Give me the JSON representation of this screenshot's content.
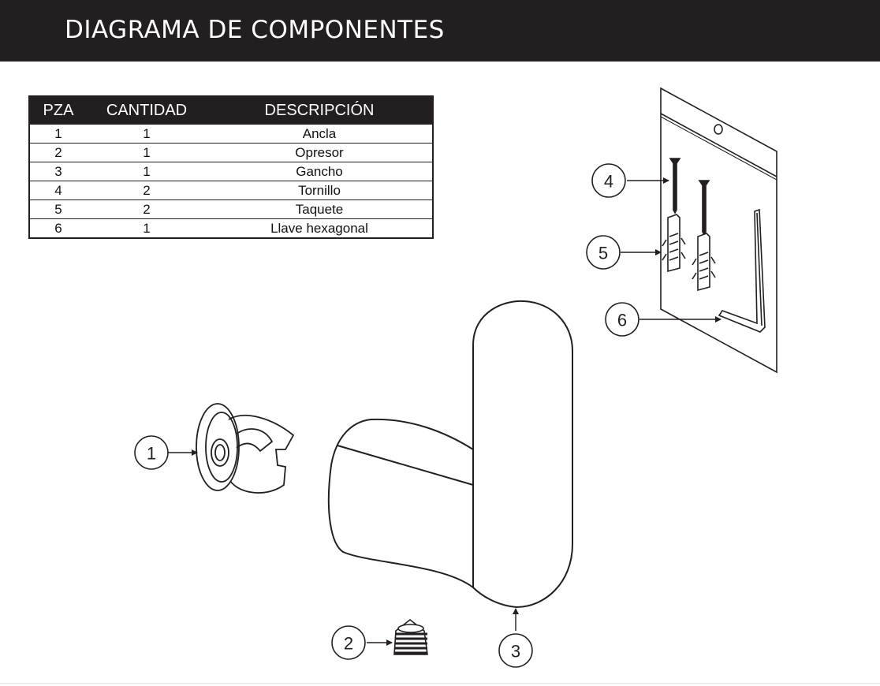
{
  "header": {
    "title": "DIAGRAMA DE COMPONENTES"
  },
  "table": {
    "headers": [
      "PZA",
      "CANTIDAD",
      "DESCRIPCIÓN"
    ],
    "rows": [
      [
        "1",
        "1",
        "Ancla"
      ],
      [
        "2",
        "1",
        "Opresor"
      ],
      [
        "3",
        "1",
        "Gancho"
      ],
      [
        "4",
        "2",
        "Tornillo"
      ],
      [
        "5",
        "2",
        "Taquete"
      ],
      [
        "6",
        "1",
        "Llave hexagonal"
      ]
    ]
  },
  "callouts": [
    "1",
    "2",
    "3",
    "4",
    "5",
    "6"
  ],
  "colors": {
    "header_bg": "#231f20",
    "line": "#231f20",
    "background": "#ffffff"
  }
}
